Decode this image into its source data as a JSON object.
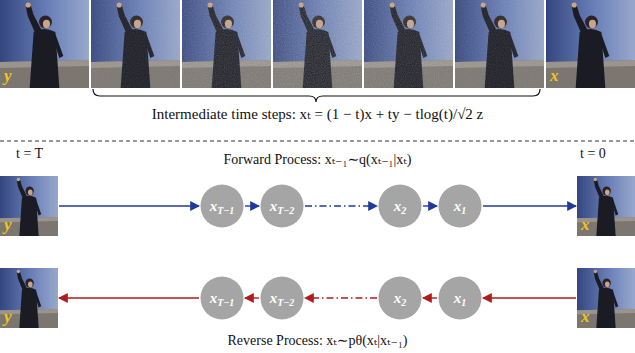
{
  "diagram": {
    "nodes": [
      {
        "text": [
          "y"
        ]
      },
      {
        "text": [
          "xT−1"
        ]
      },
      {
        "text": [
          "xT−2"
        ]
      },
      {
        "text": [
          "x2"
        ]
      },
      {
        "text": [
          "x1"
        ]
      },
      {
        "text": [
          "x"
        ]
      },
      {
        "text": [
          "y"
        ]
      },
      {
        "text": [
          "xT−1"
        ]
      },
      {
        "text": [
          "xT−2"
        ]
      },
      {
        "text": [
          "x2"
        ]
      },
      {
        "text": [
          "x1"
        ]
      },
      {
        "text": [
          "x"
        ]
      }
    ],
    "edges": [
      {
        "from": 0,
        "to": 1,
        "arrow": "to"
      },
      {
        "from": 1,
        "to": 2,
        "arrow": "to"
      },
      {
        "from": 2,
        "to": 3,
        "arrow": "to"
      },
      {
        "from": 3,
        "to": 4,
        "arrow": "to"
      },
      {
        "from": 4,
        "to": 5,
        "arrow": "to"
      },
      {
        "from": 11,
        "to": 10,
        "arrow": "to"
      },
      {
        "from": 10,
        "to": 9,
        "arrow": "to"
      },
      {
        "from": 9,
        "to": 8,
        "arrow": "to"
      },
      {
        "from": 8,
        "to": 7,
        "arrow": "to"
      },
      {
        "from": 7,
        "to": 6,
        "arrow": "to"
      }
    ],
    "labels": [
      "y",
      "x",
      "Intermediate time steps: xₜ = (1 − t)x + ty − tlog(t)/√2 z",
      "t = T",
      "t = 0",
      "Forward Process: xₜ₋₁∼q(xₜ₋₁|xₜ)",
      "Reverse Process: xₜ∼pθ(xₜ|xₜ₋₁)"
    ]
  }
}
